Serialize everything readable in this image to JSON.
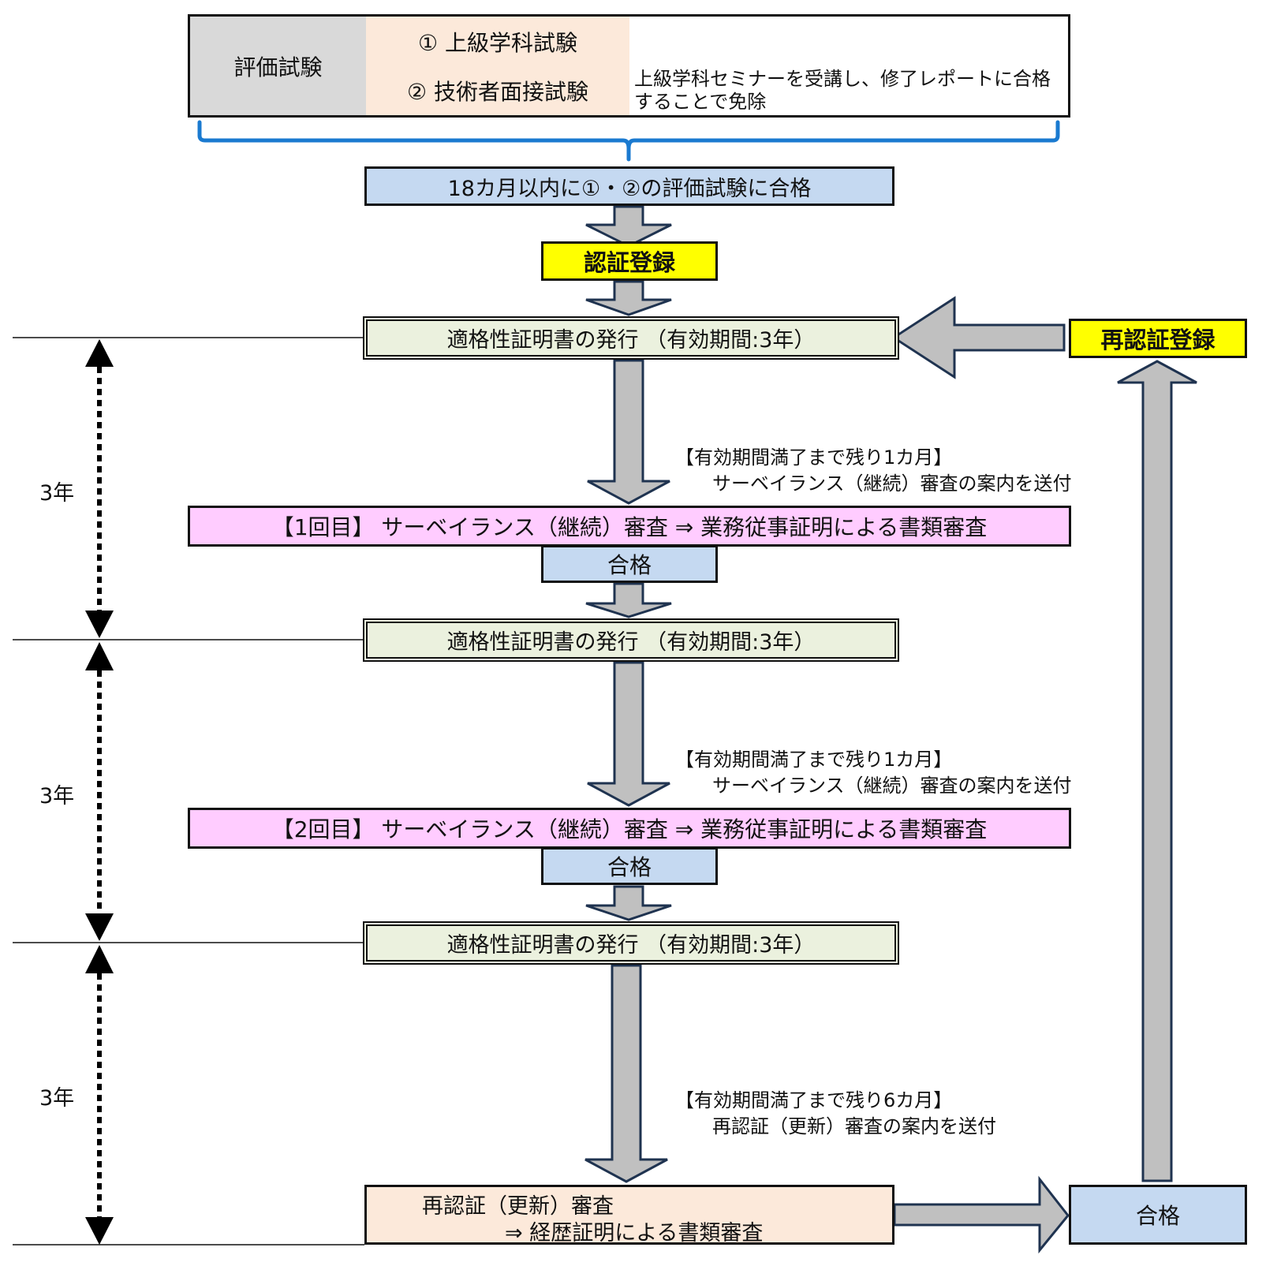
{
  "exam_table": {
    "header": "評価試験",
    "row1": "① 上級学科試験",
    "row2": "② 技術者面接試験",
    "row1_note": "",
    "row2_note": "上級学科セミナーを受講し、修了レポートに合格することで免除"
  },
  "pass_within": "18カ月以内に①・②の評価試験に合格",
  "registration": "認証登録",
  "recert_registration": "再認証登録",
  "certificate_issue": "適格性証明書の発行 （有効期間:3年）",
  "notices": {
    "one_month_title": "【有効期間満了まで残り1カ月】",
    "one_month_body": "サーベイランス（継続）審査の案内を送付",
    "six_month_title": "【有効期間満了まで残り6カ月】",
    "six_month_body": "再認証（更新）審査の案内を送付"
  },
  "surveillance": [
    "【1回目】 サーベイランス（継続）審査 ⇒ 業務従事証明による書類審査",
    "【2回目】 サーベイランス（継続）審査 ⇒ 業務従事証明による書類審査"
  ],
  "pass_label": "合格",
  "renewal": {
    "line1": "再認証（更新）審査",
    "line2": "⇒ 経歴証明による書類審査"
  },
  "period_label": "3年",
  "colors": {
    "arrow_fill": "#c0c0c0",
    "arrow_stroke": "#1f3350",
    "bracket": "#1a7ad0"
  }
}
